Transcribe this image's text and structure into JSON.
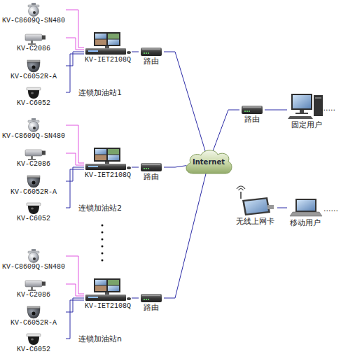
{
  "diagram": {
    "nodes": [
      {
        "text": [
          "KV-C8609Q-SN480"
        ]
      },
      {
        "text": [
          "KV-C2086"
        ]
      },
      {
        "text": [
          "KV-C6052R-A"
        ]
      },
      {
        "text": [
          "KV-C6052"
        ]
      },
      {
        "text": [
          "KV-IET2108Q"
        ]
      },
      {
        "text": [
          "路由"
        ]
      },
      {
        "text": [
          "KV-C8609Q-SN480"
        ]
      },
      {
        "text": [
          "KV-C2086"
        ]
      },
      {
        "text": [
          "KV-C6052R-A"
        ]
      },
      {
        "text": [
          "KV-C6052"
        ]
      },
      {
        "text": [
          "KV-IET2108Q"
        ]
      },
      {
        "text": [
          "路由"
        ]
      },
      {
        "text": [
          "KV-C8609Q-SN480"
        ]
      },
      {
        "text": [
          "KV-C2086"
        ]
      },
      {
        "text": [
          "KV-C6052R-A"
        ]
      },
      {
        "text": [
          "KV-C6052"
        ]
      },
      {
        "text": [
          "KV-IET2108Q"
        ]
      },
      {
        "text": [
          "路由"
        ]
      },
      {
        "text": [
          "Internet"
        ]
      },
      {
        "text": [
          "路由"
        ]
      },
      {
        "text": [
          "固定用户"
        ]
      },
      {
        "text": [
          "无线上网卡"
        ]
      },
      {
        "text": [
          "移动用户"
        ]
      }
    ],
    "edges": [
      {
        "from": 0,
        "to": 4,
        "arrow": "none"
      },
      {
        "from": 1,
        "to": 4,
        "arrow": "none"
      },
      {
        "from": 2,
        "to": 4,
        "arrow": "none"
      },
      {
        "from": 3,
        "to": 4,
        "arrow": "none"
      },
      {
        "from": 4,
        "to": 5,
        "arrow": "none"
      },
      {
        "from": 5,
        "to": 18,
        "arrow": "none"
      },
      {
        "from": 6,
        "to": 10,
        "arrow": "none"
      },
      {
        "from": 7,
        "to": 10,
        "arrow": "none"
      },
      {
        "from": 8,
        "to": 10,
        "arrow": "none"
      },
      {
        "from": 9,
        "to": 10,
        "arrow": "none"
      },
      {
        "from": 10,
        "to": 11,
        "arrow": "none"
      },
      {
        "from": 11,
        "to": 18,
        "arrow": "none"
      },
      {
        "from": 12,
        "to": 16,
        "arrow": "none"
      },
      {
        "from": 13,
        "to": 16,
        "arrow": "none"
      },
      {
        "from": 14,
        "to": 16,
        "arrow": "none"
      },
      {
        "from": 15,
        "to": 16,
        "arrow": "none"
      },
      {
        "from": 16,
        "to": 17,
        "arrow": "none"
      },
      {
        "from": 17,
        "to": 18,
        "arrow": "none"
      },
      {
        "from": 18,
        "to": 19,
        "arrow": "none"
      },
      {
        "from": 19,
        "to": 20,
        "arrow": "none"
      },
      {
        "from": 21,
        "to": 22,
        "arrow": "none"
      }
    ],
    "labels": [
      "连锁加油站1",
      "连锁加油站2",
      "连锁加油站n",
      "......",
      "......"
    ]
  }
}
